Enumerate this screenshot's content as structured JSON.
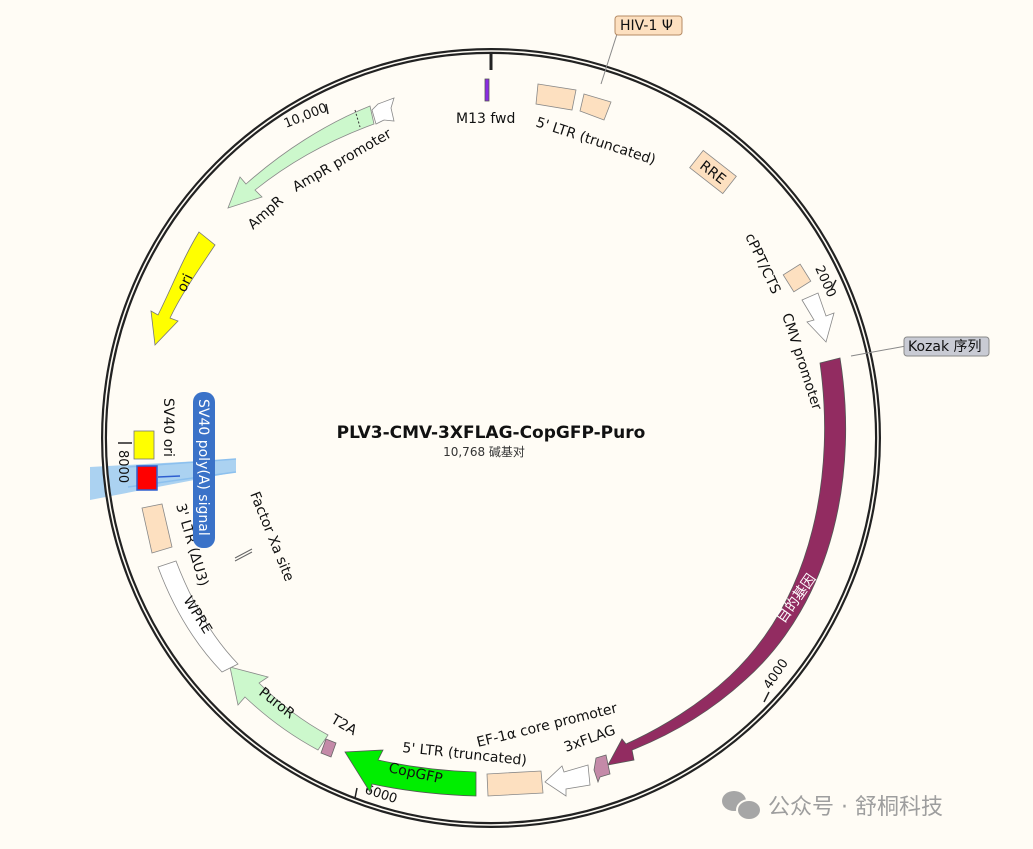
{
  "plasmid": {
    "name": "PLV3-CMV-3XFLAG-CopGFP-Puro",
    "length_label": "10,768 碱基对"
  },
  "ticks": [
    {
      "label": "2000"
    },
    {
      "label": "4000"
    },
    {
      "label": "6000"
    },
    {
      "label": "8000"
    },
    {
      "label": "10,000"
    }
  ],
  "features": {
    "m13_fwd": "M13 fwd",
    "ltr5_top": "5' LTR (truncated)",
    "hiv_psi": "HIV-1 Ψ",
    "rre": "RRE",
    "cppt": "cPPT/CTS",
    "cmv": "CMV promoter",
    "kozak": "Kozak 序列",
    "gene": "目的基因",
    "flag": "3xFLAG",
    "ef1a": "EF-1α core promoter",
    "ltr5_bottom": "5' LTR (truncated)",
    "copgfp": "CopGFP",
    "t2a": "T2A",
    "puror": "PuroR",
    "wpre": "WPRE",
    "ltr3": "3' LTR (ΔU3)",
    "factor_xa": "Factor Xa site",
    "sv40_polya": "SV40 poly(A) signal",
    "sv40_ori": "SV40 ori",
    "ori": "ori",
    "ampr": "AmpR",
    "ampr_promoter": "AmpR promoter"
  },
  "colors": {
    "background": "#fffcf5",
    "gene": "#922c61",
    "copgfp": "#00ee00",
    "resistance": "#ccf8cc",
    "ltr": "#fde0c0",
    "ori": "#ffff00",
    "sv40_polya": "#ff0000",
    "highlight_label": "#3a72c8",
    "flag": "#c48aa8",
    "m13": "#8a2be2"
  },
  "watermark": {
    "text": "公众号 · 舒桐科技"
  }
}
